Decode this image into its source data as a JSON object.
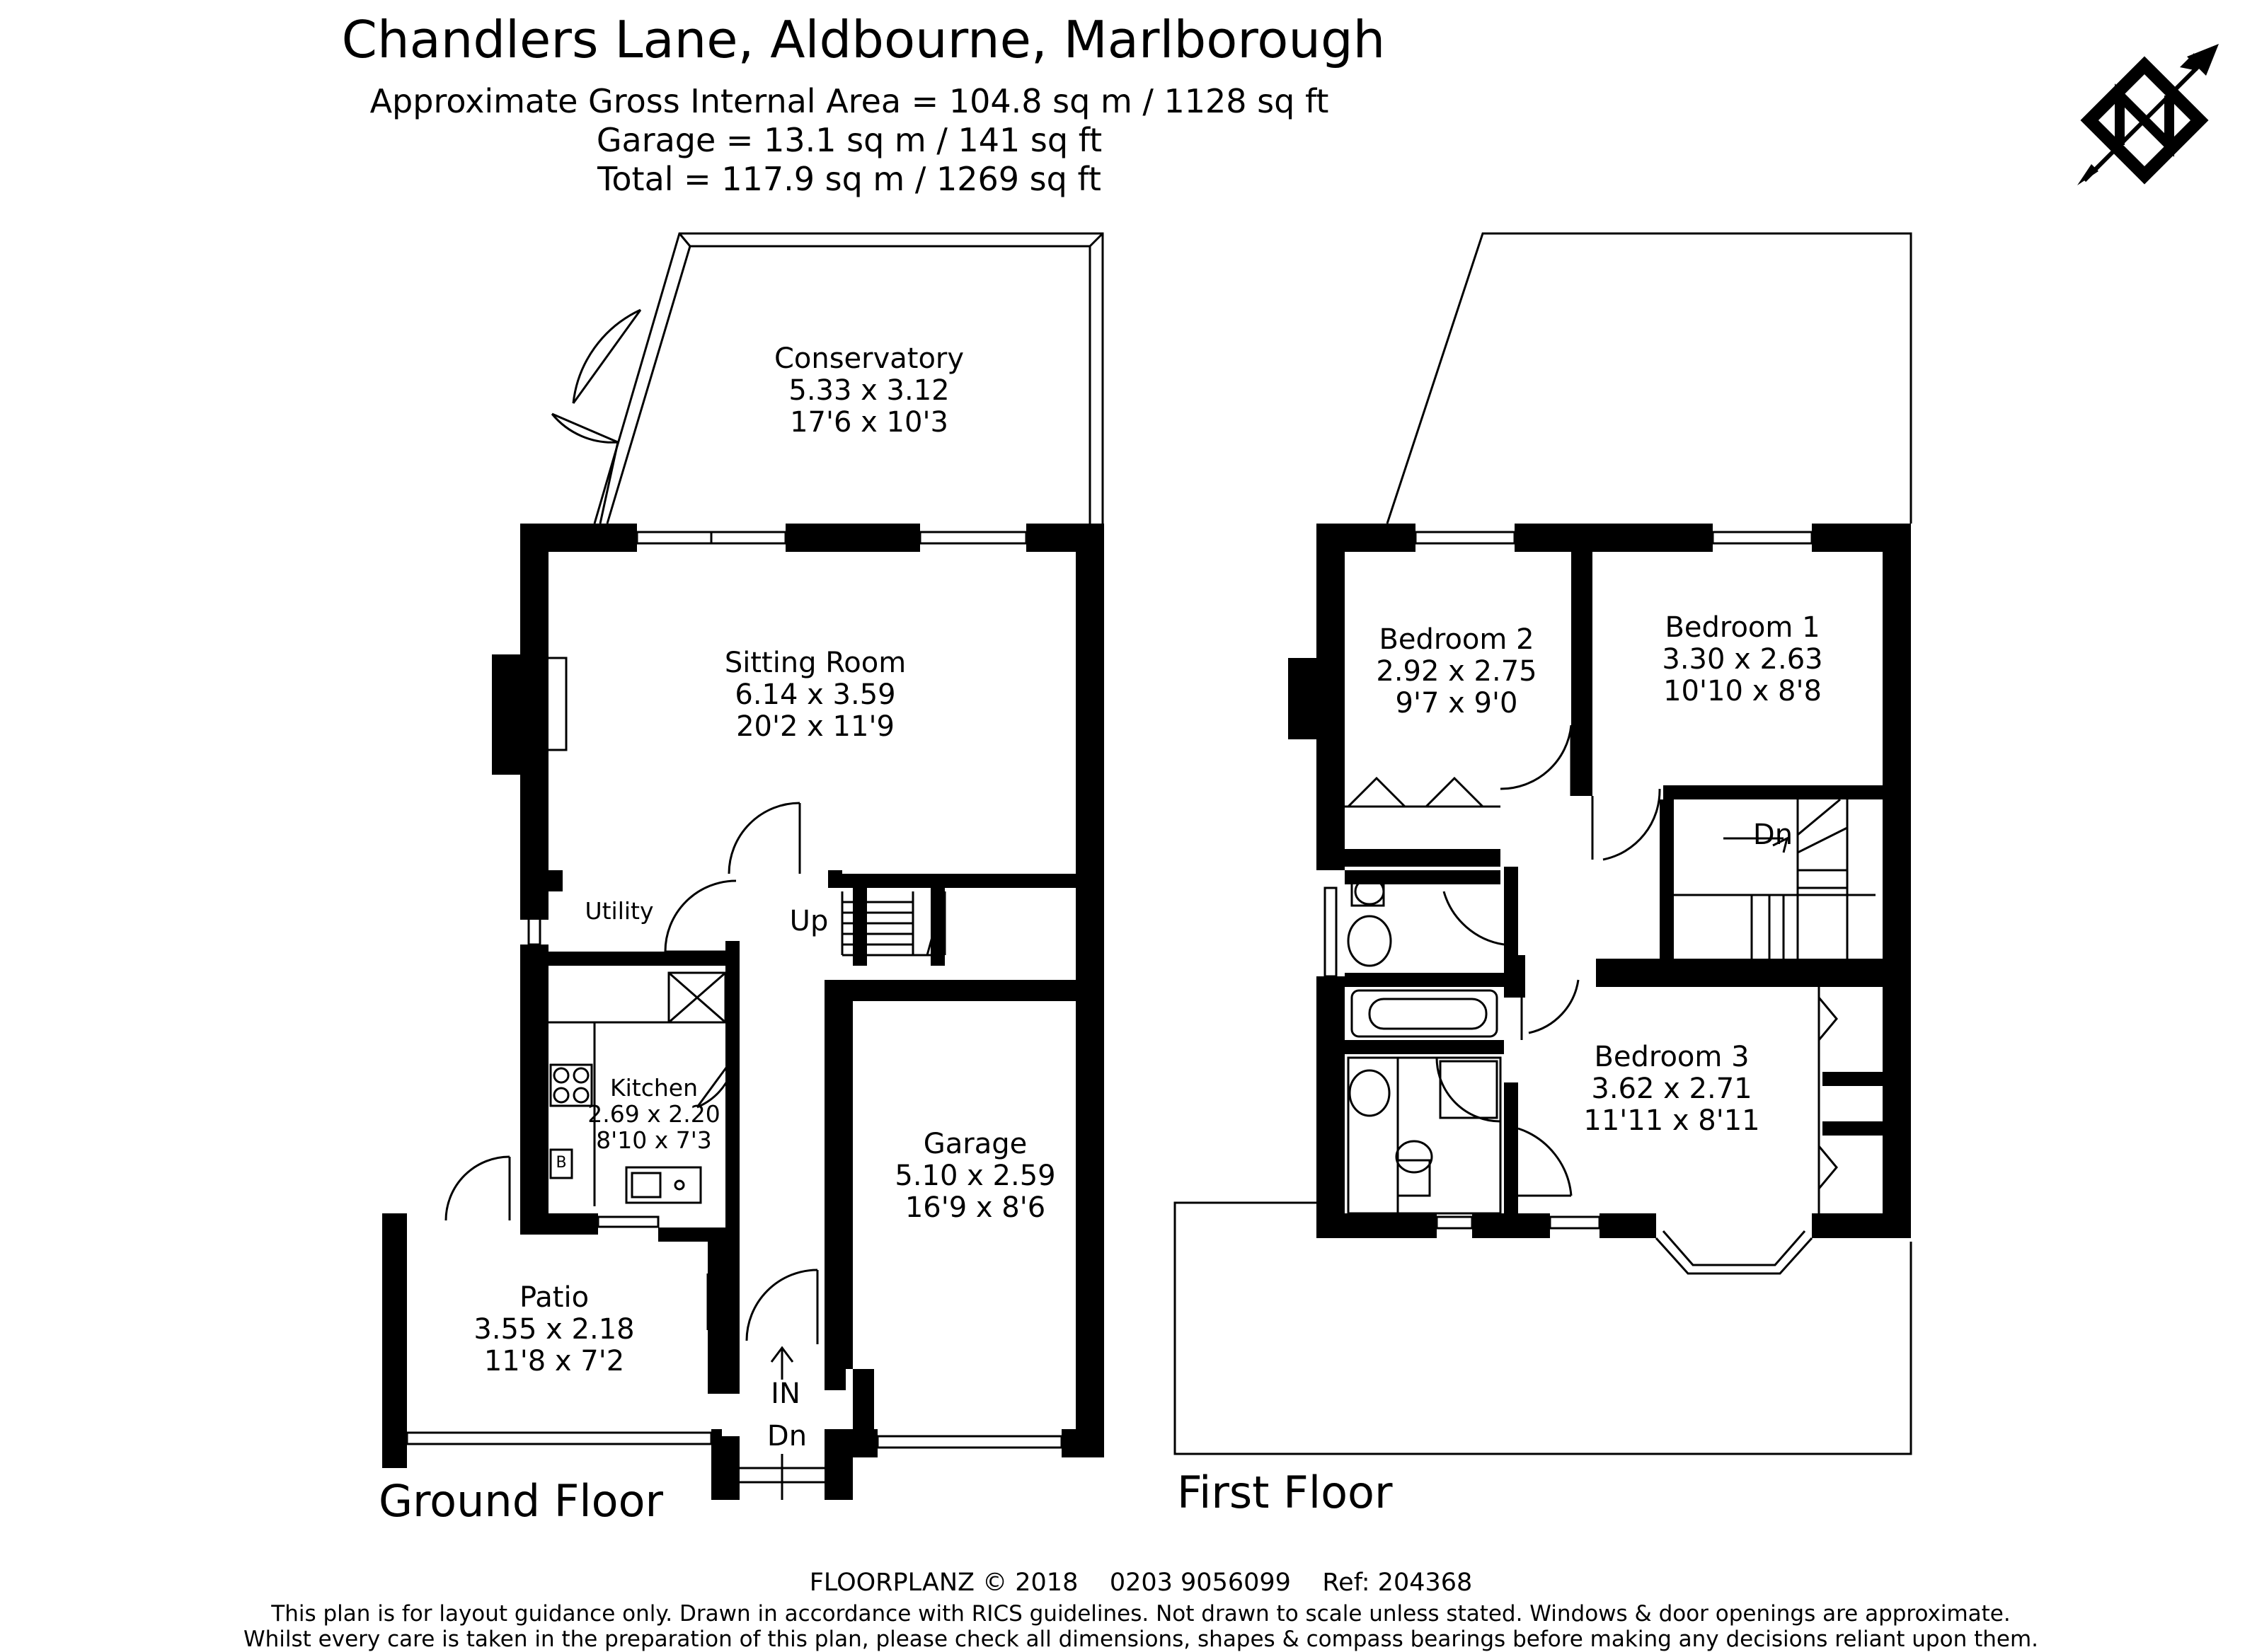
{
  "header": {
    "title": "Chandlers Lane, Aldbourne, Marlborough",
    "area_lines": [
      "Approximate Gross Internal Area = 104.8 sq m / 1128 sq ft",
      "Garage = 13.1 sq m / 141 sq ft",
      "Total = 117.9 sq m / 1269 sq ft"
    ]
  },
  "compass": {
    "icon": "north-compass-icon",
    "letter": "N"
  },
  "ground_floor": {
    "label": "Ground Floor",
    "rooms": [
      {
        "id": "conservatory",
        "name": "Conservatory",
        "metric": "5.33 x 3.12",
        "imperial": "17'6 x 10'3"
      },
      {
        "id": "sitting-room",
        "name": "Sitting Room",
        "metric": "6.14 x 3.59",
        "imperial": "20'2 x 11'9"
      },
      {
        "id": "utility",
        "name": "Utility"
      },
      {
        "id": "kitchen",
        "name": "Kitchen",
        "metric": "2.69 x 2.20",
        "imperial": "8'10 x 7'3"
      },
      {
        "id": "garage",
        "name": "Garage",
        "metric": "5.10 x 2.59",
        "imperial": "16'9 x 8'6"
      },
      {
        "id": "patio",
        "name": "Patio",
        "metric": "3.55 x 2.18",
        "imperial": "11'8 x 7'2"
      }
    ],
    "annotations": {
      "up": "Up",
      "in": "IN",
      "dn": "Dn",
      "boiler": "B"
    }
  },
  "first_floor": {
    "label": "First Floor",
    "rooms": [
      {
        "id": "bedroom-2",
        "name": "Bedroom 2",
        "metric": "2.92 x 2.75",
        "imperial": "9'7 x 9'0"
      },
      {
        "id": "bedroom-1",
        "name": "Bedroom 1",
        "metric": "3.30 x 2.63",
        "imperial": "10'10 x 8'8"
      },
      {
        "id": "bedroom-3",
        "name": "Bedroom 3",
        "metric": "3.62 x 2.71",
        "imperial": "11'11 x 8'11"
      }
    ],
    "annotations": {
      "dn": "Dn"
    }
  },
  "footer": {
    "line1": "FLOORPLANZ © 2018    0203 9056099    Ref: 204368",
    "line2": "This plan is for layout guidance only. Drawn in accordance with RICS guidelines. Not drawn to scale unless stated. Windows & door openings are approximate.",
    "line3": "Whilst every care is taken in the preparation of this plan, please check all dimensions, shapes & compass bearings before making any decisions reliant upon them."
  }
}
